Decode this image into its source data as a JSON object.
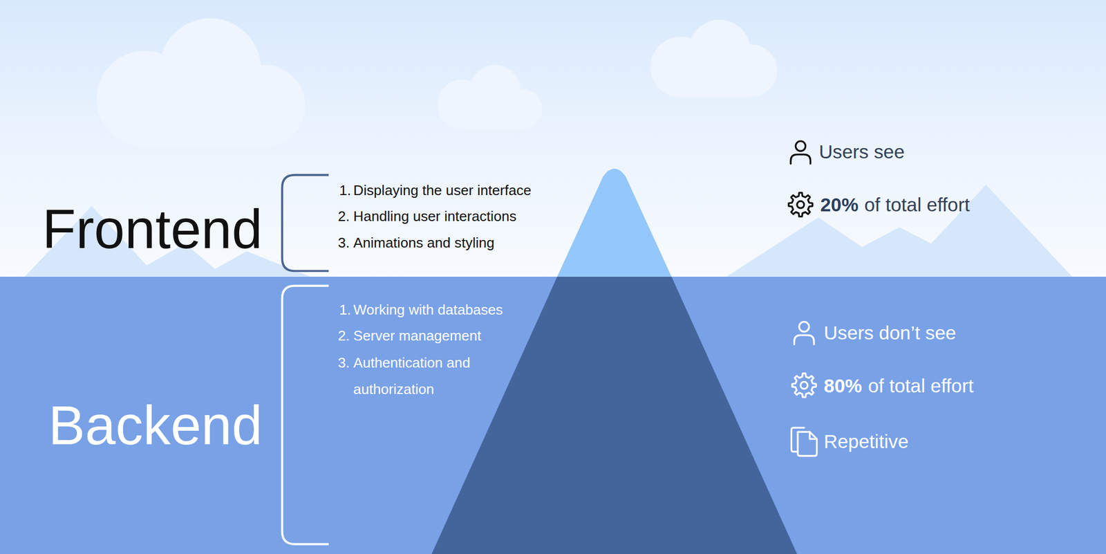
{
  "diagram": {
    "nodes": [
      {
        "text": [
          "Frontend",
          "1.",
          "Displaying the user interface",
          "2.",
          "Handling user interactions",
          "3.",
          "Animations and styling",
          "Users see",
          "20%",
          "of total effort"
        ]
      },
      {
        "text": [
          "Backend",
          "1.",
          "Working with databases",
          "2.",
          "Server management",
          "3.",
          "Authentication and authorization",
          "Users don’t see",
          "80%",
          "of total effort",
          "Repetitive"
        ]
      }
    ]
  }
}
